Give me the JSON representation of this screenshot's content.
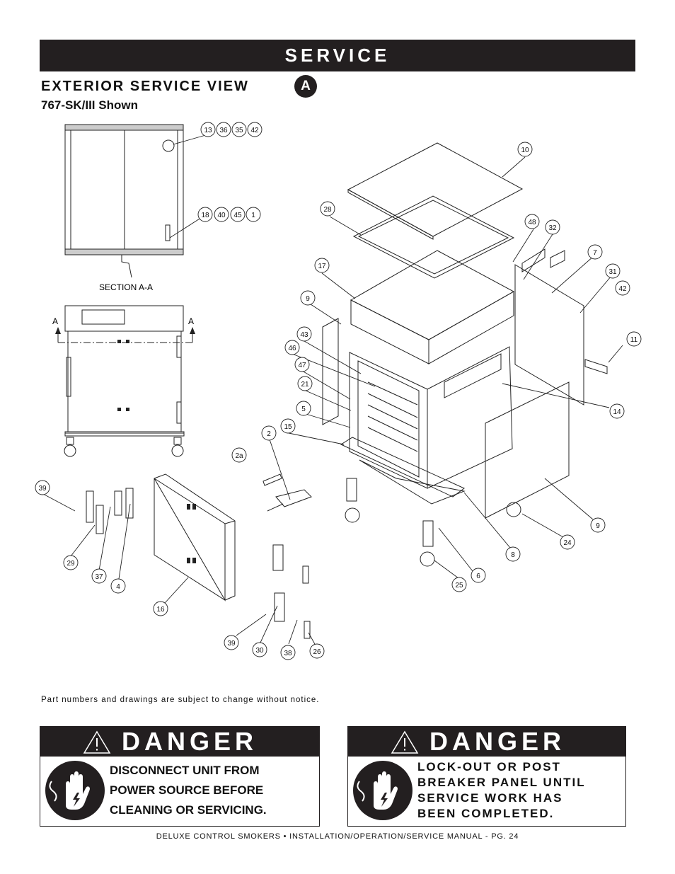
{
  "header": {
    "title": "SERVICE"
  },
  "section": {
    "title": "EXTERIOR SERVICE VIEW",
    "view_letter": "A",
    "model": "767-SK/III Shown",
    "section_label": "SECTION A-A",
    "cut_label_left": "A",
    "cut_label_right": "A"
  },
  "callouts": [
    "13",
    "36",
    "35",
    "42",
    "18",
    "40",
    "45",
    "1",
    "10",
    "28",
    "48",
    "32",
    "7",
    "31",
    "42",
    "17",
    "9",
    "11",
    "43",
    "46",
    "47",
    "21",
    "5",
    "15",
    "2",
    "2a",
    "14",
    "39",
    "29",
    "37",
    "4",
    "16",
    "8",
    "24",
    "9",
    "6",
    "25",
    "39",
    "30",
    "38",
    "26"
  ],
  "footnote": "Part numbers and drawings are subject to change without notice.",
  "danger_left": {
    "heading": "DANGER",
    "lines": [
      "DISCONNECT UNIT FROM",
      "POWER SOURCE BEFORE",
      "CLEANING OR SERVICING."
    ]
  },
  "danger_right": {
    "heading": "DANGER",
    "lines": [
      "LOCK-OUT OR POST",
      "BREAKER PANEL UNTIL",
      "SERVICE WORK HAS",
      "BEEN COMPLETED."
    ]
  },
  "footer": {
    "text": "DELUXE CONTROL SMOKERS • INSTALLATION/OPERATION/SERVICE MANUAL - PG. 24"
  },
  "colors": {
    "bar": "#231f20",
    "text": "#111111"
  },
  "icons": [
    "warning-triangle-icon",
    "hand-shock-icon"
  ]
}
